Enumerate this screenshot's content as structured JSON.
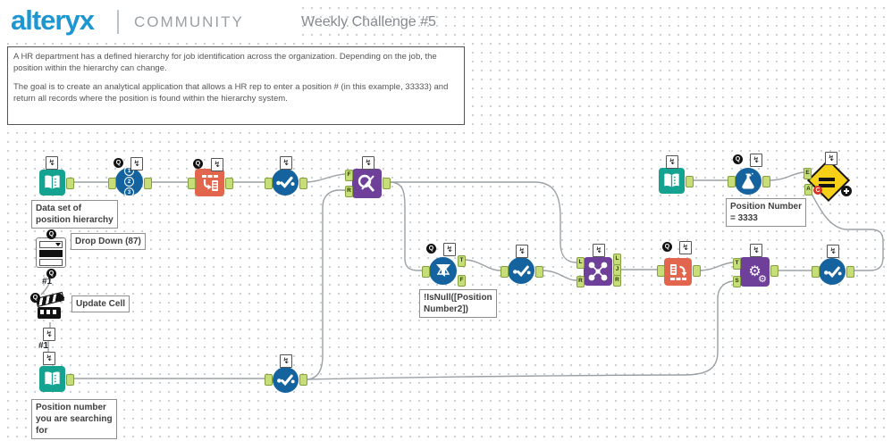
{
  "header": {
    "logo": "alteryx",
    "community": "COMMUNITY",
    "title": "Weekly Challenge #5"
  },
  "comment": {
    "para1": "A HR department has a defined hierarchy for job identification across the organization. Depending on the job, the position within the hierarchy can change.",
    "para2": "The goal is to create an analytical application that allows a HR rep to enter a position # (in this example, 33333) and return all records where the position is found within the hierarchy system."
  },
  "annotations": {
    "input_hierarchy": {
      "line1": "Data set of",
      "line2": "position hierarchy"
    },
    "drop_down": "Drop Down (87)",
    "update_cell": "Update Cell",
    "input_position": {
      "line1": "Position number",
      "line2": "you are searching",
      "line3": "for"
    },
    "filter_expr": {
      "line1": "!IsNull([Position",
      "line2": "Number2])"
    },
    "formula_note": {
      "line1": "Position Number",
      "line2": "= 3333"
    }
  },
  "badges": {
    "question": "Q",
    "bolt": "↯",
    "hash": "#1",
    "error_c": "C"
  },
  "anchors": {
    "F": "F",
    "R": "R",
    "T": "T",
    "L": "L",
    "J": "J",
    "S": "S",
    "E": "E",
    "A": "A"
  },
  "icons": {
    "gear": "⚙",
    "record_1": "1",
    "record_2": "2",
    "record_3": "3"
  },
  "colors": {
    "teal": "#13A390",
    "blue": "#15639E",
    "orange": "#E2654E",
    "purple": "#6E4099",
    "anchor_green": "#C6DD78",
    "wire": "#9aa0a4",
    "test_yellow": "#F7D117",
    "logo_blue": "#1E96D2"
  }
}
